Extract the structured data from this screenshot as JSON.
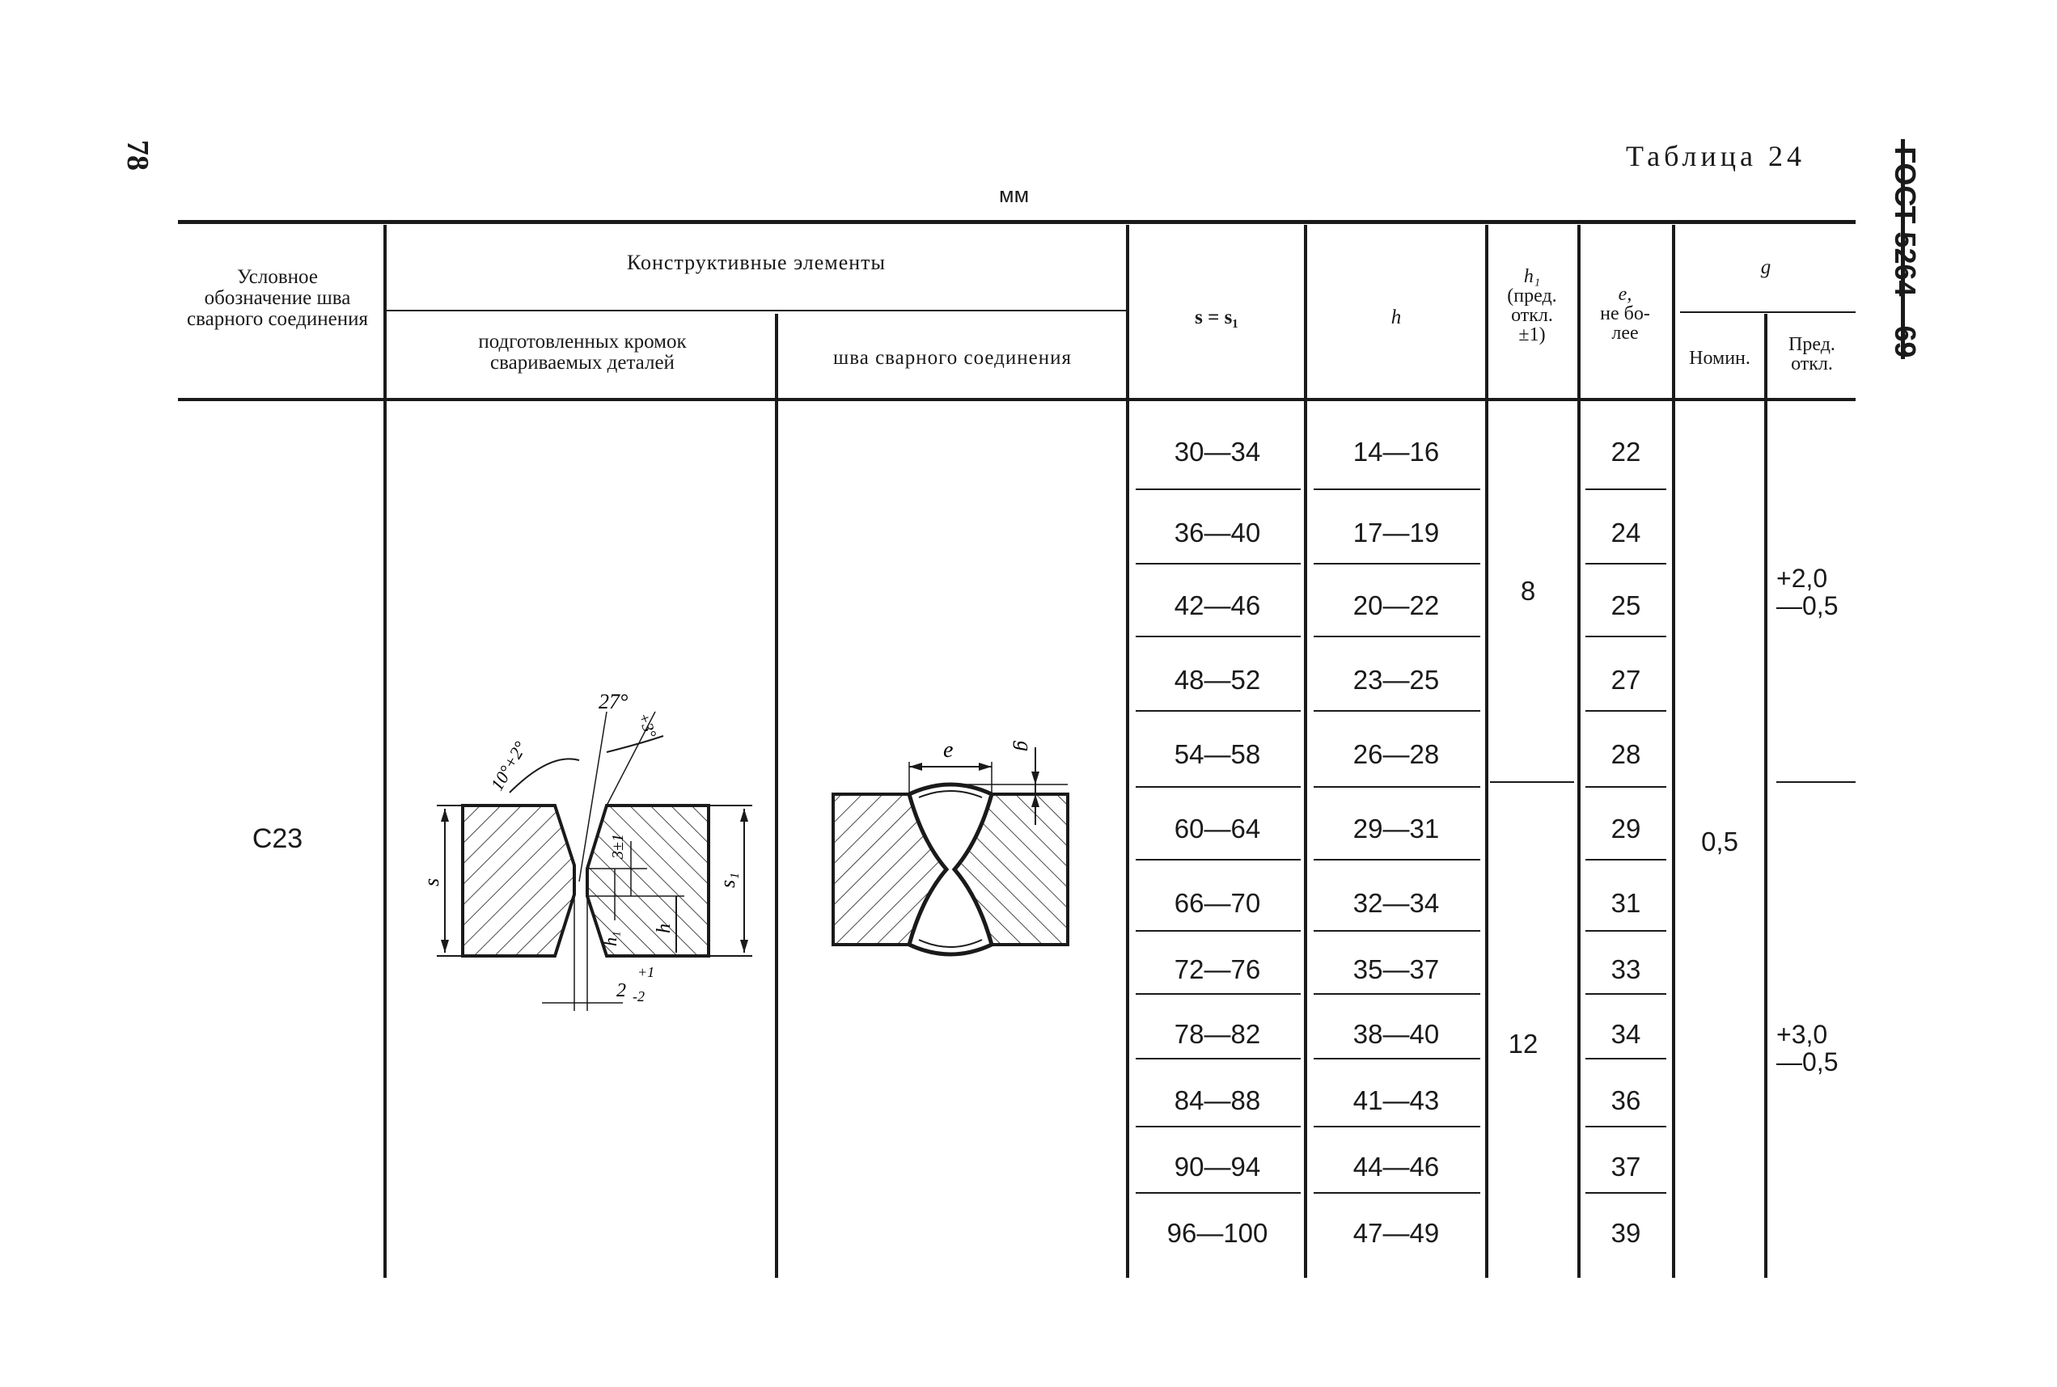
{
  "page": {
    "number": "78",
    "standard": "ГОСТ 5264—69",
    "table_title": "Таблица 24",
    "unit": "мм"
  },
  "headers": {
    "designation": "Условное обозначение шва сварного соединения",
    "structural": "Конструктивные элементы",
    "prepared": "подготовленных кромок свариваемых деталей",
    "weld": "шва сварного соединения",
    "s": "s = s₁",
    "h": "h",
    "h1_line1": "h₁",
    "h1_line2": "(пред.",
    "h1_line3": "откл.",
    "h1_line4": "±1)",
    "e_line1": "e,",
    "e_line2": "не бо-",
    "e_line3": "лее",
    "g": "g",
    "g_nom": "Номин.",
    "g_dev_line1": "Пред.",
    "g_dev_line2": "откл."
  },
  "designation": "С23",
  "rows": [
    {
      "s": "30—34",
      "h": "14—16",
      "e": "22"
    },
    {
      "s": "36—40",
      "h": "17—19",
      "e": "24"
    },
    {
      "s": "42—46",
      "h": "20—22",
      "e": "25"
    },
    {
      "s": "48—52",
      "h": "23—25",
      "e": "27"
    },
    {
      "s": "54—58",
      "h": "26—28",
      "e": "28"
    },
    {
      "s": "60—64",
      "h": "29—31",
      "e": "29"
    },
    {
      "s": "66—70",
      "h": "32—34",
      "e": "31"
    },
    {
      "s": "72—76",
      "h": "35—37",
      "e": "33"
    },
    {
      "s": "78—82",
      "h": "38—40",
      "e": "34"
    },
    {
      "s": "84—88",
      "h": "41—43",
      "e": "36"
    },
    {
      "s": "90—94",
      "h": "44—46",
      "e": "37"
    },
    {
      "s": "96—100",
      "h": "47—49",
      "e": "39"
    }
  ],
  "h1_groups": [
    "8",
    "12"
  ],
  "g_nominal": "0,5",
  "g_dev_groups": [
    {
      "plus": "+2,0",
      "minus": "—0,5"
    },
    {
      "plus": "+3,0",
      "minus": "—0,5"
    }
  ],
  "drawing_labels": {
    "angle_top": "27°",
    "angle_top_tol": "+3°",
    "angle_left": "10°+2°",
    "s": "s",
    "s1": "s₁",
    "h": "h",
    "h1": "h₁",
    "gap": "2",
    "gap_plus": "+1",
    "gap_minus": "-2",
    "land": "3±1",
    "e": "e",
    "g": "g"
  }
}
